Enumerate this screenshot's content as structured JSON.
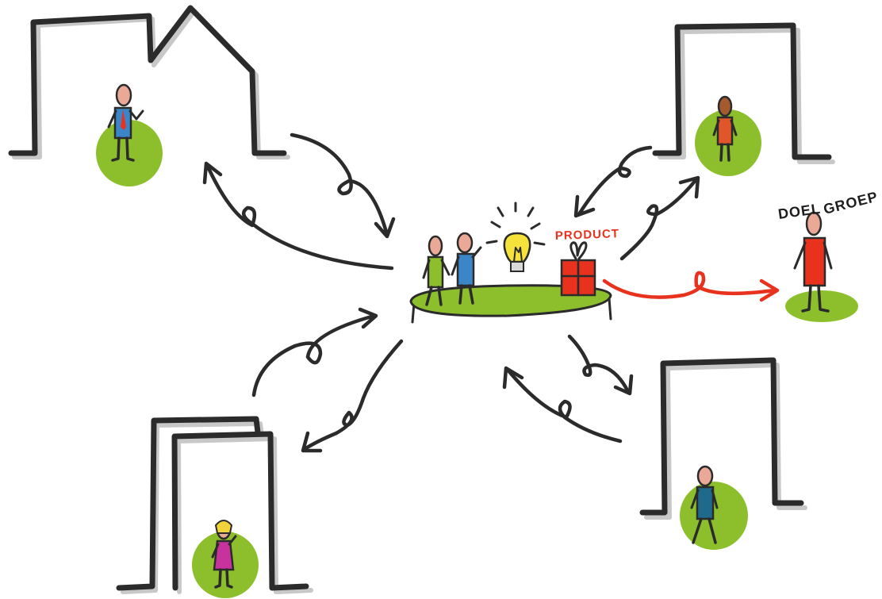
{
  "labels": {
    "product": "PRODUCT",
    "doelgroep_line1": "DOEL",
    "doelgroep_line2": "GROEP"
  },
  "colors": {
    "ink": "#2b2b2b",
    "green": "#8dbf2c",
    "red_accent": "#e8321e",
    "skin": "#e9a996",
    "blue_shirt": "#3a86c8",
    "orange_shirt": "#e0552a",
    "pink_dress": "#c8329c",
    "teal_shirt": "#1f6a8a",
    "bulb": "#f5e23a"
  },
  "icons": [
    "house-icon",
    "doorway-icon",
    "person-icon",
    "lightbulb-icon",
    "gift-icon",
    "arrow-icon"
  ]
}
